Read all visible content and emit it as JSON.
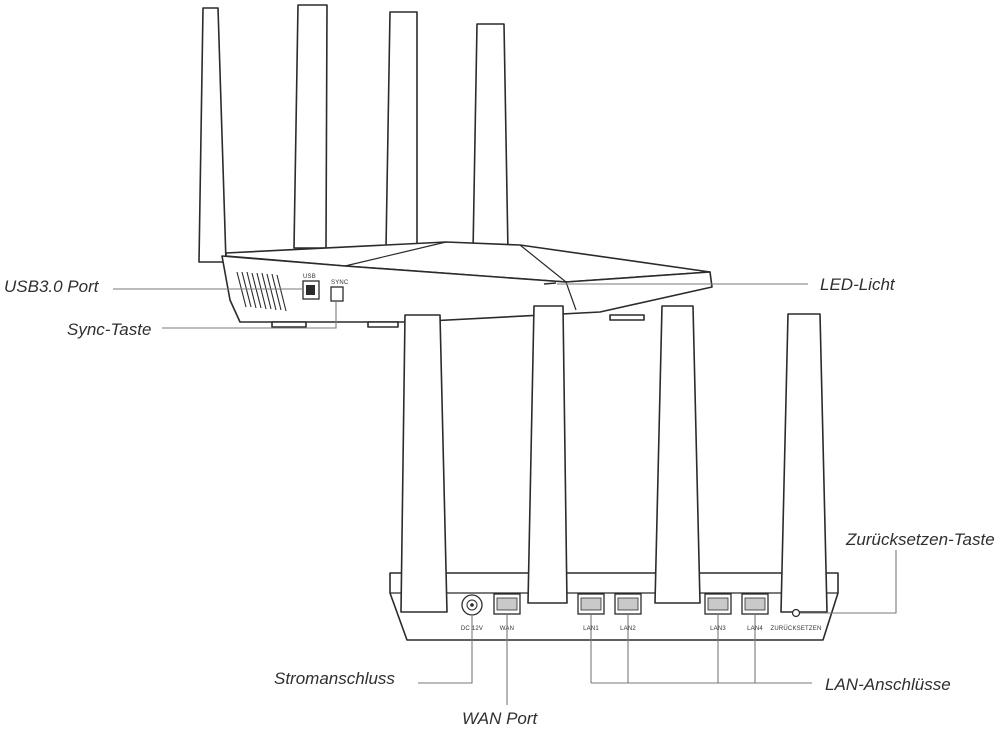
{
  "labels": {
    "usb": "USB3.0 Port",
    "sync": "Sync-Taste",
    "led": "LED-Licht",
    "reset": "Zurücksetzen-Taste",
    "power": "Stromanschluss",
    "wan": "WAN Port",
    "lan": "LAN-Anschlüsse"
  },
  "port_labels": {
    "dc": "DC 12V",
    "wan": "WAN",
    "lan1": "LAN1",
    "lan2": "LAN2",
    "lan3": "LAN3",
    "lan4": "LAN4",
    "reset": "ZURÜCKSETZEN"
  },
  "side_labels": {
    "usb": "USB",
    "sync": "SYNC"
  }
}
